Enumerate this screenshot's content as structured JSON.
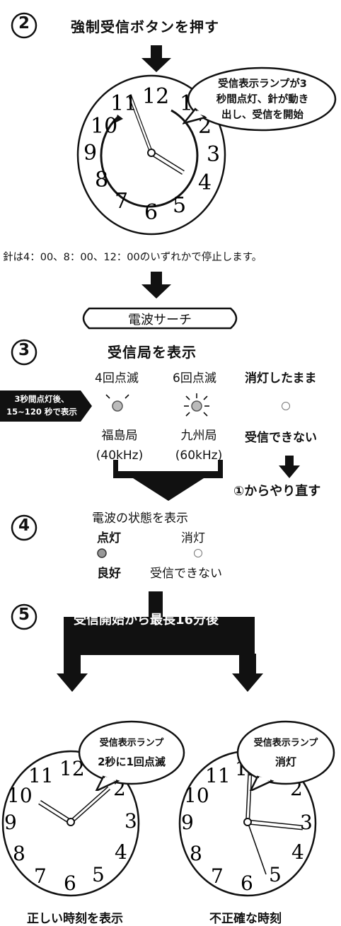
{
  "step2": {
    "marker": "2",
    "title": "強制受信ボタンを押す",
    "bubble": [
      "受信表示ランプが3",
      "秒間点灯、針が動き",
      "出し、受信を開始"
    ]
  },
  "note": "針は4：00、8：00、12：00のいずれかで停止します。",
  "clock_numbers": [
    "12",
    "1",
    "2",
    "3",
    "4",
    "5",
    "6",
    "7",
    "8",
    "9",
    "10",
    "11"
  ],
  "search_button": "電波サーチ",
  "step3": {
    "marker": "3",
    "title": "受信局を表示",
    "side_label": [
      "3秒間点灯後、",
      "15~120 秒で表示"
    ],
    "col1": {
      "blink": "4回点滅",
      "station": "福島局",
      "freq": "(40kHz)"
    },
    "col2": {
      "blink": "6回点滅",
      "station": "九州局",
      "freq": "(60kHz)"
    },
    "col3": {
      "state": "消灯したまま",
      "result": "受信できない",
      "retry": "①からやり直す"
    }
  },
  "step4": {
    "marker": "4",
    "title": "電波の状態を表示",
    "on": "点灯",
    "off": "消灯",
    "good": "良好",
    "fail": "受信できない"
  },
  "step5": {
    "marker": "5",
    "banner": "受信開始から最長16分後"
  },
  "result_left": {
    "bubble": [
      "受信表示ランプ",
      "2秒に1回点滅"
    ],
    "caption": "正しい時刻を表示"
  },
  "result_right": {
    "bubble": [
      "受信表示ランプ",
      "消灯"
    ],
    "caption": "不正確な時刻"
  }
}
